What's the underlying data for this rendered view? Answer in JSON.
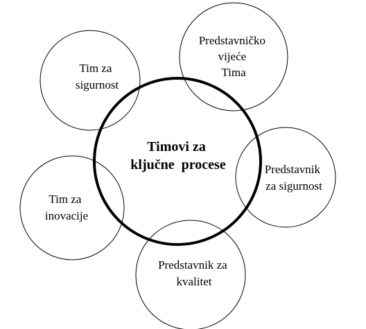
{
  "diagram": {
    "center": {
      "lines": [
        "Timovi za",
        "ključne  procese"
      ]
    },
    "nodes": {
      "tim_za_sigurnost": {
        "lines": [
          "Tim za",
          "sigurnost"
        ]
      },
      "predstavnicko_vijece": {
        "lines": [
          "Predstavničko",
          "vijeće",
          "Tima"
        ]
      },
      "predstavnik_za_sigurnost": {
        "lines": [
          "Predstavnik",
          "za sigurnost"
        ]
      },
      "tim_za_inovacije": {
        "lines": [
          "Tim za",
          "inovacije"
        ]
      },
      "predstavnik_za_kvalitet": {
        "lines": [
          "Predstavnik za",
          "kvalitet"
        ]
      }
    },
    "colors": {
      "stroke": "#000000",
      "background": "#ffffff"
    }
  }
}
